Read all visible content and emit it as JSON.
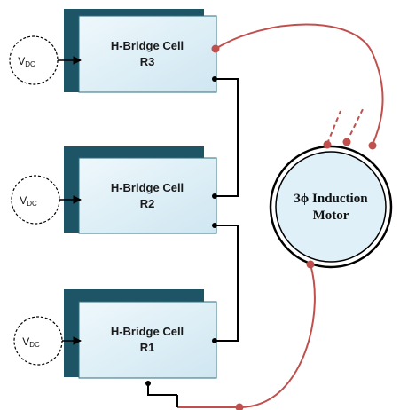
{
  "cells": [
    {
      "line1": "H-Bridge Cell",
      "line2": "R3"
    },
    {
      "line1": "H-Bridge Cell",
      "line2": "R2"
    },
    {
      "line1": "H-Bridge Cell",
      "line2": "R1"
    }
  ],
  "sources": [
    {
      "main": "V",
      "sub": "DC"
    },
    {
      "main": "V",
      "sub": "DC"
    },
    {
      "main": "V",
      "sub": "DC"
    }
  ],
  "motor": {
    "line1": "3ϕ Induction",
    "line2": "Motor"
  },
  "colors": {
    "cell_front": "#dff0f8",
    "cell_back": "#1d5566",
    "cell_border": "#2d6e80",
    "wire_red": "#c0504d",
    "wire_black": "#000000",
    "motor_fill": "#dff0f8"
  }
}
